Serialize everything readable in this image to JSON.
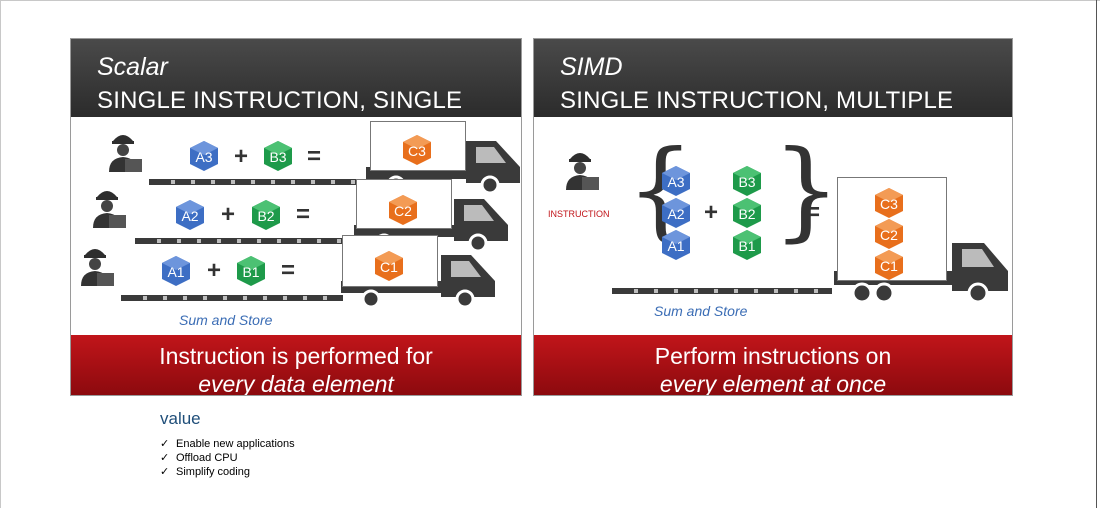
{
  "scalar_panel": {
    "title": "Scalar",
    "subtitle": "SINGLE INSTRUCTION, SINGLE",
    "rows": [
      {
        "a": "A3",
        "b": "B3",
        "c": "C3"
      },
      {
        "a": "A2",
        "b": "B2",
        "c": "C2"
      },
      {
        "a": "A1",
        "b": "B1",
        "c": "C1"
      }
    ],
    "plus": "+",
    "equals": "=",
    "belt_label": "Sum and Store",
    "footer_line1": "Instruction is performed for",
    "footer_line2": "every data element"
  },
  "simd_panel": {
    "title": "SIMD",
    "subtitle": "SINGLE INSTRUCTION, MULTIPLE",
    "instruction_label": "INSTRUCTION",
    "a_stack": [
      "A3",
      "A2",
      "A1"
    ],
    "b_stack": [
      "B3",
      "B2",
      "B1"
    ],
    "c_stack": [
      "C3",
      "C2",
      "C1"
    ],
    "open_brace": "{",
    "close_brace": "}",
    "plus": "+",
    "equals": "=",
    "belt_label": "Sum and Store",
    "footer_line1": "Perform instructions on",
    "footer_line2": "every element at once"
  },
  "value_section": {
    "heading": "value",
    "tick": "✓",
    "items": [
      "Enable new applications",
      "Offload CPU",
      "Simplify coding"
    ]
  },
  "colors": {
    "a_cube": "#3d6ec4",
    "b_cube": "#1e9a4a",
    "c_cube": "#e86f1c",
    "header": "#333333",
    "footer": "#b01218",
    "label_blue": "#3b6db5"
  }
}
